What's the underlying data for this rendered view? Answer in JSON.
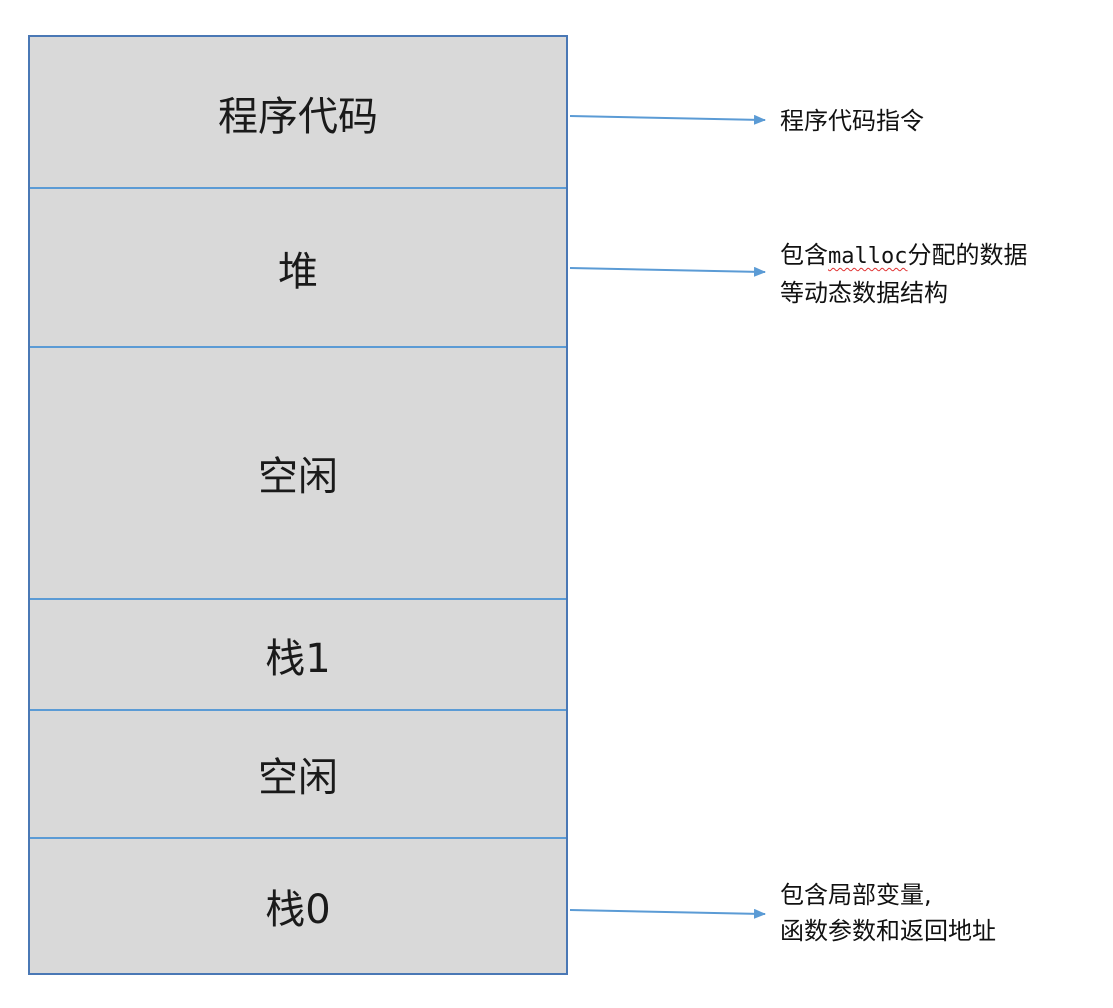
{
  "memory_layout": {
    "regions": [
      {
        "id": "code",
        "label": "程序代码"
      },
      {
        "id": "heap",
        "label": "堆"
      },
      {
        "id": "free1",
        "label": "空闲"
      },
      {
        "id": "stack1",
        "label": "栈1"
      },
      {
        "id": "free2",
        "label": "空闲"
      },
      {
        "id": "stack0",
        "label": "栈0"
      }
    ]
  },
  "annotations": {
    "code": {
      "line1": "程序代码指令"
    },
    "heap": {
      "line1_prefix": "包含",
      "line1_code": "malloc",
      "line1_suffix": "分配的数据",
      "line2": "等动态数据结构"
    },
    "stack0": {
      "line1": "包含局部变量,",
      "line2": "函数参数和返回地址"
    }
  },
  "colors": {
    "block_fill": "#d9d9d9",
    "block_border": "#4a78b5",
    "divider": "#5b9bd5",
    "arrow": "#5b9bd5"
  }
}
